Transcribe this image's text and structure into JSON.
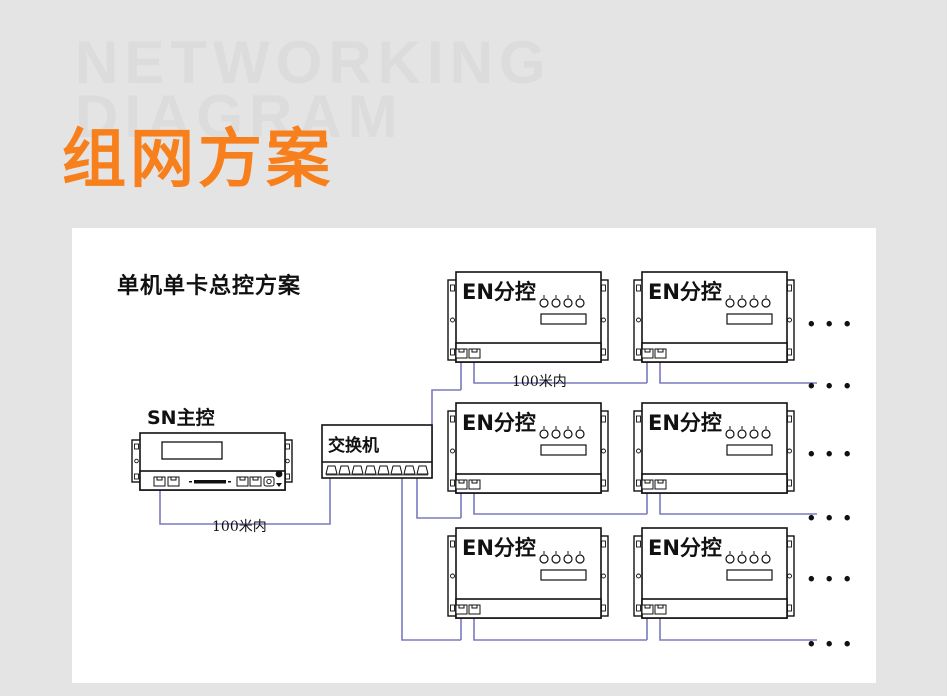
{
  "header": {
    "watermark_line1": "NETWORKING",
    "watermark_line2": "DIAGRAM",
    "title": "组网方案",
    "watermark_color": "#dcdcdc",
    "title_color": "#f77f1c",
    "background_color": "#e4e4e4"
  },
  "panel": {
    "title": "单机单卡总控方案",
    "background_color": "#ffffff",
    "wire_color": "#7a7ac0",
    "device_outline_color": "#111111"
  },
  "devices": {
    "master": {
      "label": "SN主控",
      "port_count": 4
    },
    "switch": {
      "label": "交换机",
      "port_count": 8
    },
    "slave_label": "EN分控",
    "slave_knob_count": 4,
    "slave_port_count": 2,
    "rows": [
      {
        "row": 1,
        "units": [
          "EN分控",
          "EN分控"
        ],
        "ellipsis": "• • •"
      },
      {
        "row": 2,
        "units": [
          "EN分控",
          "EN分控"
        ],
        "ellipsis": "• • •"
      },
      {
        "row": 3,
        "units": [
          "EN分控",
          "EN分控"
        ],
        "ellipsis": "• • •"
      }
    ]
  },
  "links": {
    "master_to_switch": "100米内",
    "slave_chain": "100米内",
    "continuation": "• • •"
  },
  "ellipses": {
    "row1_device": "• • •",
    "row1_line": "• • •",
    "row2_device": "• • •",
    "row2_line": "• • •",
    "row3_device": "• • •",
    "row3_line": "• • •"
  }
}
